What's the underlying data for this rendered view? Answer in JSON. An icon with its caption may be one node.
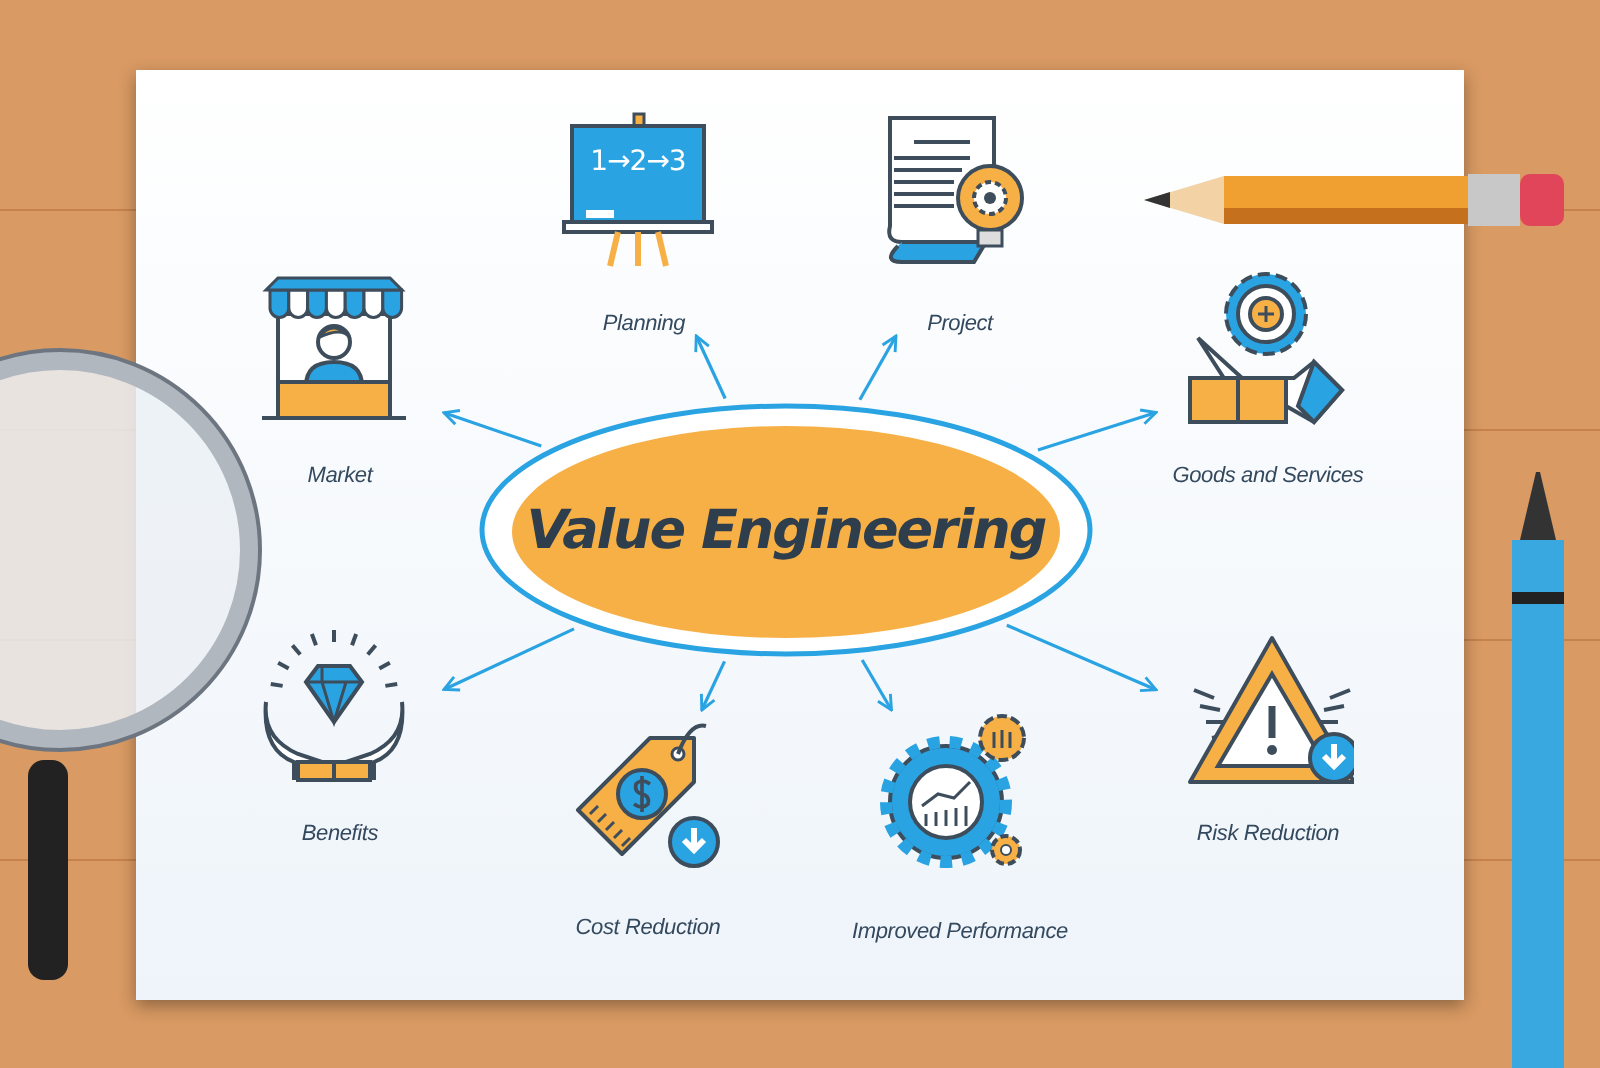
{
  "diagram": {
    "nodes": [
      {
        "text": [
          "Value Engineering"
        ]
      },
      {
        "text": [
          "Planning"
        ]
      },
      {
        "text": [
          "Project"
        ]
      },
      {
        "text": [
          "Market"
        ]
      },
      {
        "text": [
          "Goods and Services"
        ]
      },
      {
        "text": [
          "Benefits"
        ]
      },
      {
        "text": [
          "Risk Reduction"
        ]
      },
      {
        "text": [
          "Cost Reduction"
        ]
      },
      {
        "text": [
          "Improved Performance"
        ]
      }
    ],
    "edges": [
      {
        "from": 0,
        "to": 1,
        "arrow": "to"
      },
      {
        "from": 0,
        "to": 2,
        "arrow": "to"
      },
      {
        "from": 0,
        "to": 3,
        "arrow": "to"
      },
      {
        "from": 0,
        "to": 4,
        "arrow": "to"
      },
      {
        "from": 0,
        "to": 5,
        "arrow": "to"
      },
      {
        "from": 0,
        "to": 6,
        "arrow": "to"
      },
      {
        "from": 0,
        "to": 7,
        "arrow": "to"
      },
      {
        "from": 0,
        "to": 8,
        "arrow": "to"
      }
    ],
    "labels": [
      "1→2→3"
    ]
  }
}
